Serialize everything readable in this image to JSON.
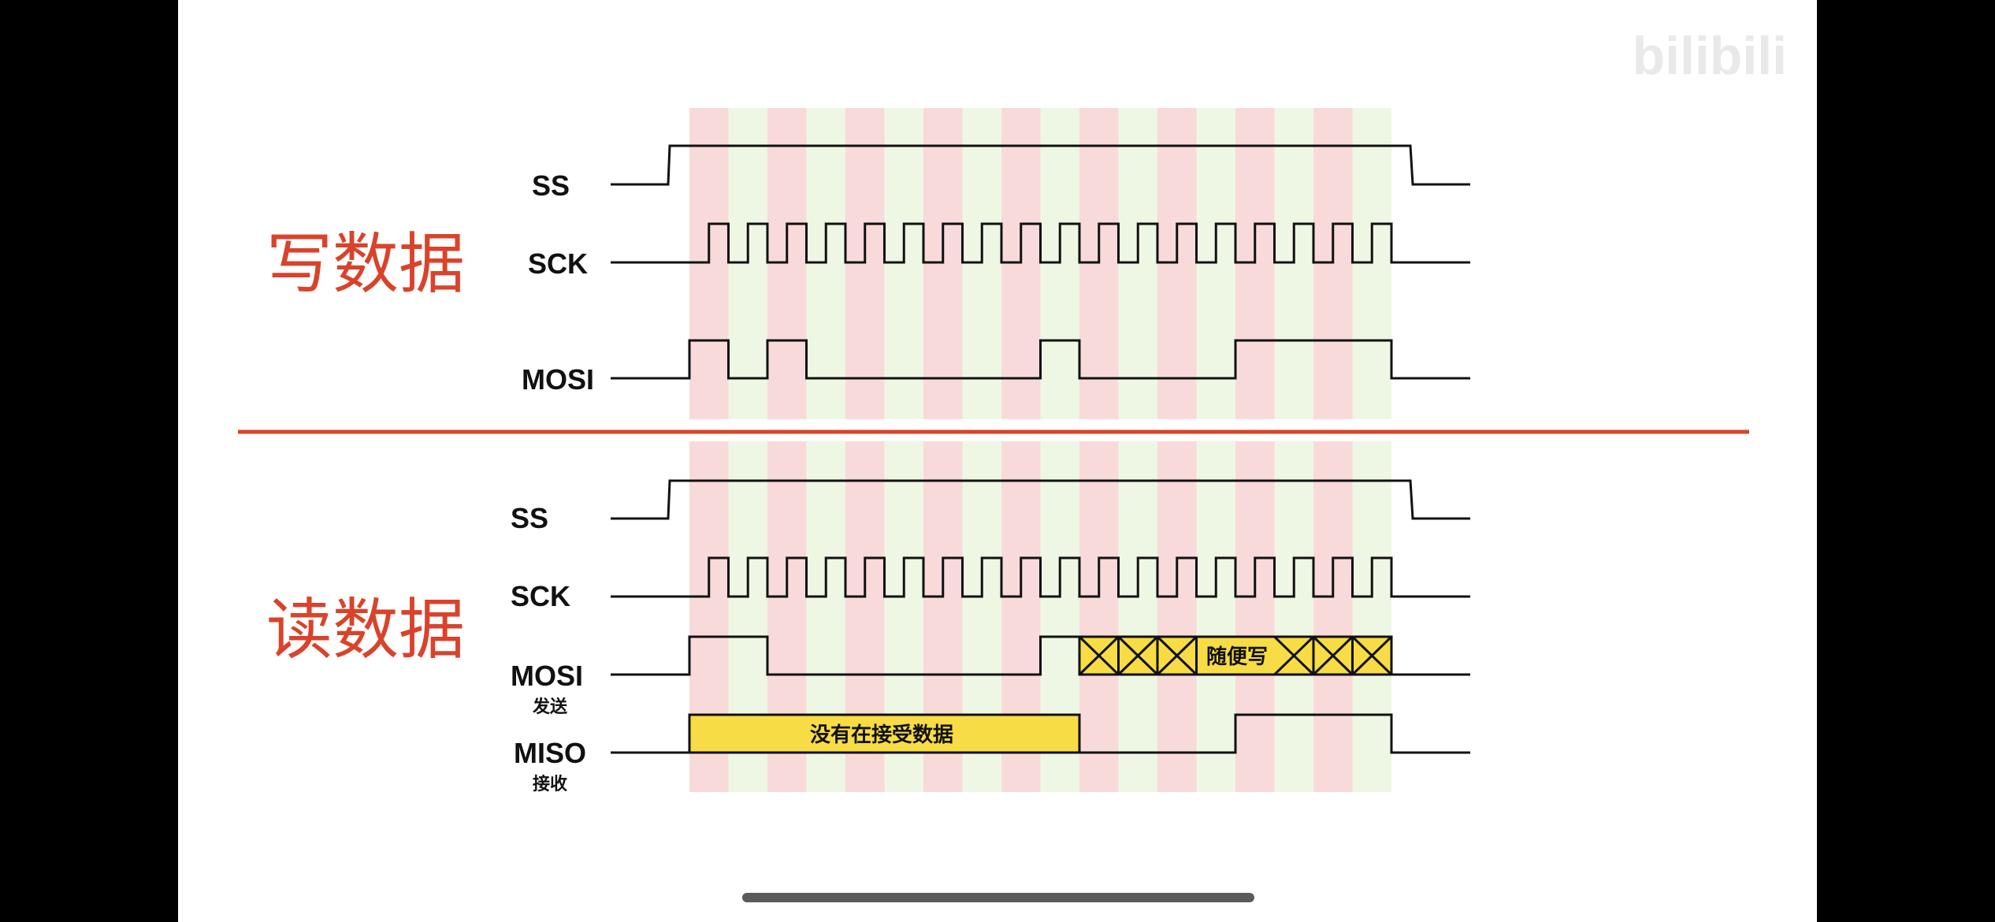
{
  "watermark": {
    "channel": "",
    "brand": "bilibili"
  },
  "sections": {
    "write": {
      "title": "写数据"
    },
    "read": {
      "title": "读数据"
    }
  },
  "signals": {
    "ss": "SS",
    "sck": "SCK",
    "mosi": "MOSI",
    "miso": "MISO",
    "mosi_sub": "发送",
    "miso_sub": "接收"
  },
  "annotations": {
    "mosi_dont_care": "随便写",
    "miso_not_receiving": "没有在接受数据"
  },
  "timing": {
    "bit_count": 18,
    "stripe_colors": [
      "#f9dada",
      "#eef7e4"
    ],
    "write_mosi_bits": [
      1,
      0,
      1,
      0,
      0,
      0,
      0,
      0,
      0,
      1,
      0,
      0,
      0,
      0,
      1,
      1,
      1,
      1
    ],
    "read_mosi_bits": [
      1,
      1,
      0,
      0,
      0,
      0,
      0,
      0,
      0,
      1,
      "x",
      "x",
      "x",
      "x",
      "x",
      "x",
      "x",
      "x"
    ],
    "read_miso_bits": [
      "n",
      "n",
      "n",
      "n",
      "n",
      "n",
      "n",
      "n",
      "n",
      "n",
      0,
      0,
      0,
      0,
      1,
      1,
      1,
      1
    ]
  },
  "colors": {
    "divider": "#d9432b",
    "title": "#d9432b",
    "box_fill": "#f7dc45"
  }
}
